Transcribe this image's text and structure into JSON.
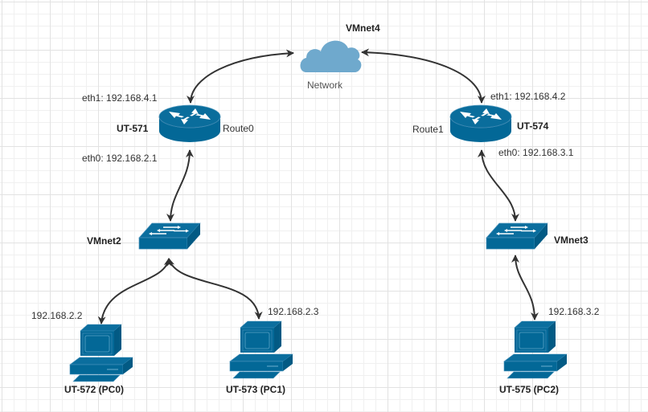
{
  "colors": {
    "device": "#036897",
    "cloud": "#6fa9cd",
    "edge": "#333333",
    "text": "#333333"
  },
  "cloud": {
    "name": "VMnet4",
    "label": "Network"
  },
  "routers": [
    {
      "id": "router0",
      "name": "UT-571",
      "label": "Route0",
      "eth1": "eth1: 192.168.4.1",
      "eth0": "eth0: 192.168.2.1"
    },
    {
      "id": "router1",
      "name": "UT-574",
      "label": "Route1",
      "eth1": "eth1: 192.168.4.2",
      "eth0": "eth0: 192.168.3.1"
    }
  ],
  "switches": [
    {
      "id": "switch0",
      "name": "VMnet2"
    },
    {
      "id": "switch1",
      "name": "VMnet3"
    }
  ],
  "pcs": [
    {
      "id": "pc0",
      "name": "UT-572 (PC0)",
      "ip": "192.168.2.2"
    },
    {
      "id": "pc1",
      "name": "UT-573 (PC1)",
      "ip": "192.168.2.3"
    },
    {
      "id": "pc2",
      "name": "UT-575 (PC2)",
      "ip": "192.168.3.2"
    }
  ],
  "links": [
    {
      "from": "router0",
      "to": "cloud"
    },
    {
      "from": "router1",
      "to": "cloud"
    },
    {
      "from": "router0",
      "to": "switch0"
    },
    {
      "from": "router1",
      "to": "switch1"
    },
    {
      "from": "switch0",
      "to": "pc0"
    },
    {
      "from": "switch0",
      "to": "pc1"
    },
    {
      "from": "switch1",
      "to": "pc2"
    }
  ]
}
